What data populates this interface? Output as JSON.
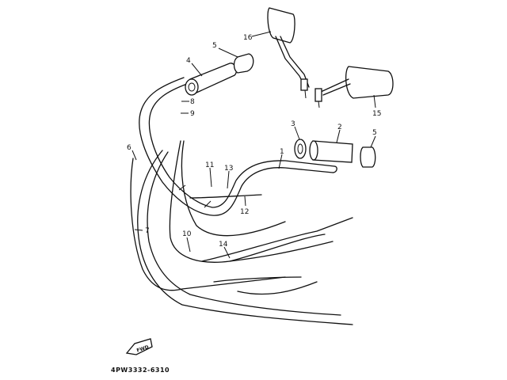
{
  "diagram": {
    "callouts": {
      "c1": "1",
      "c2": "2",
      "c3": "3",
      "c4": "4",
      "c5a": "5",
      "c5b": "5",
      "c6": "6",
      "c7": "7",
      "c8": "8",
      "c9": "9",
      "c10": "10",
      "c11": "11",
      "c12": "12",
      "c13": "13",
      "c14": "14",
      "c15": "15",
      "c16": "16"
    },
    "fwd_label": "FWD",
    "drawing_code": "4PW3332-6310"
  }
}
